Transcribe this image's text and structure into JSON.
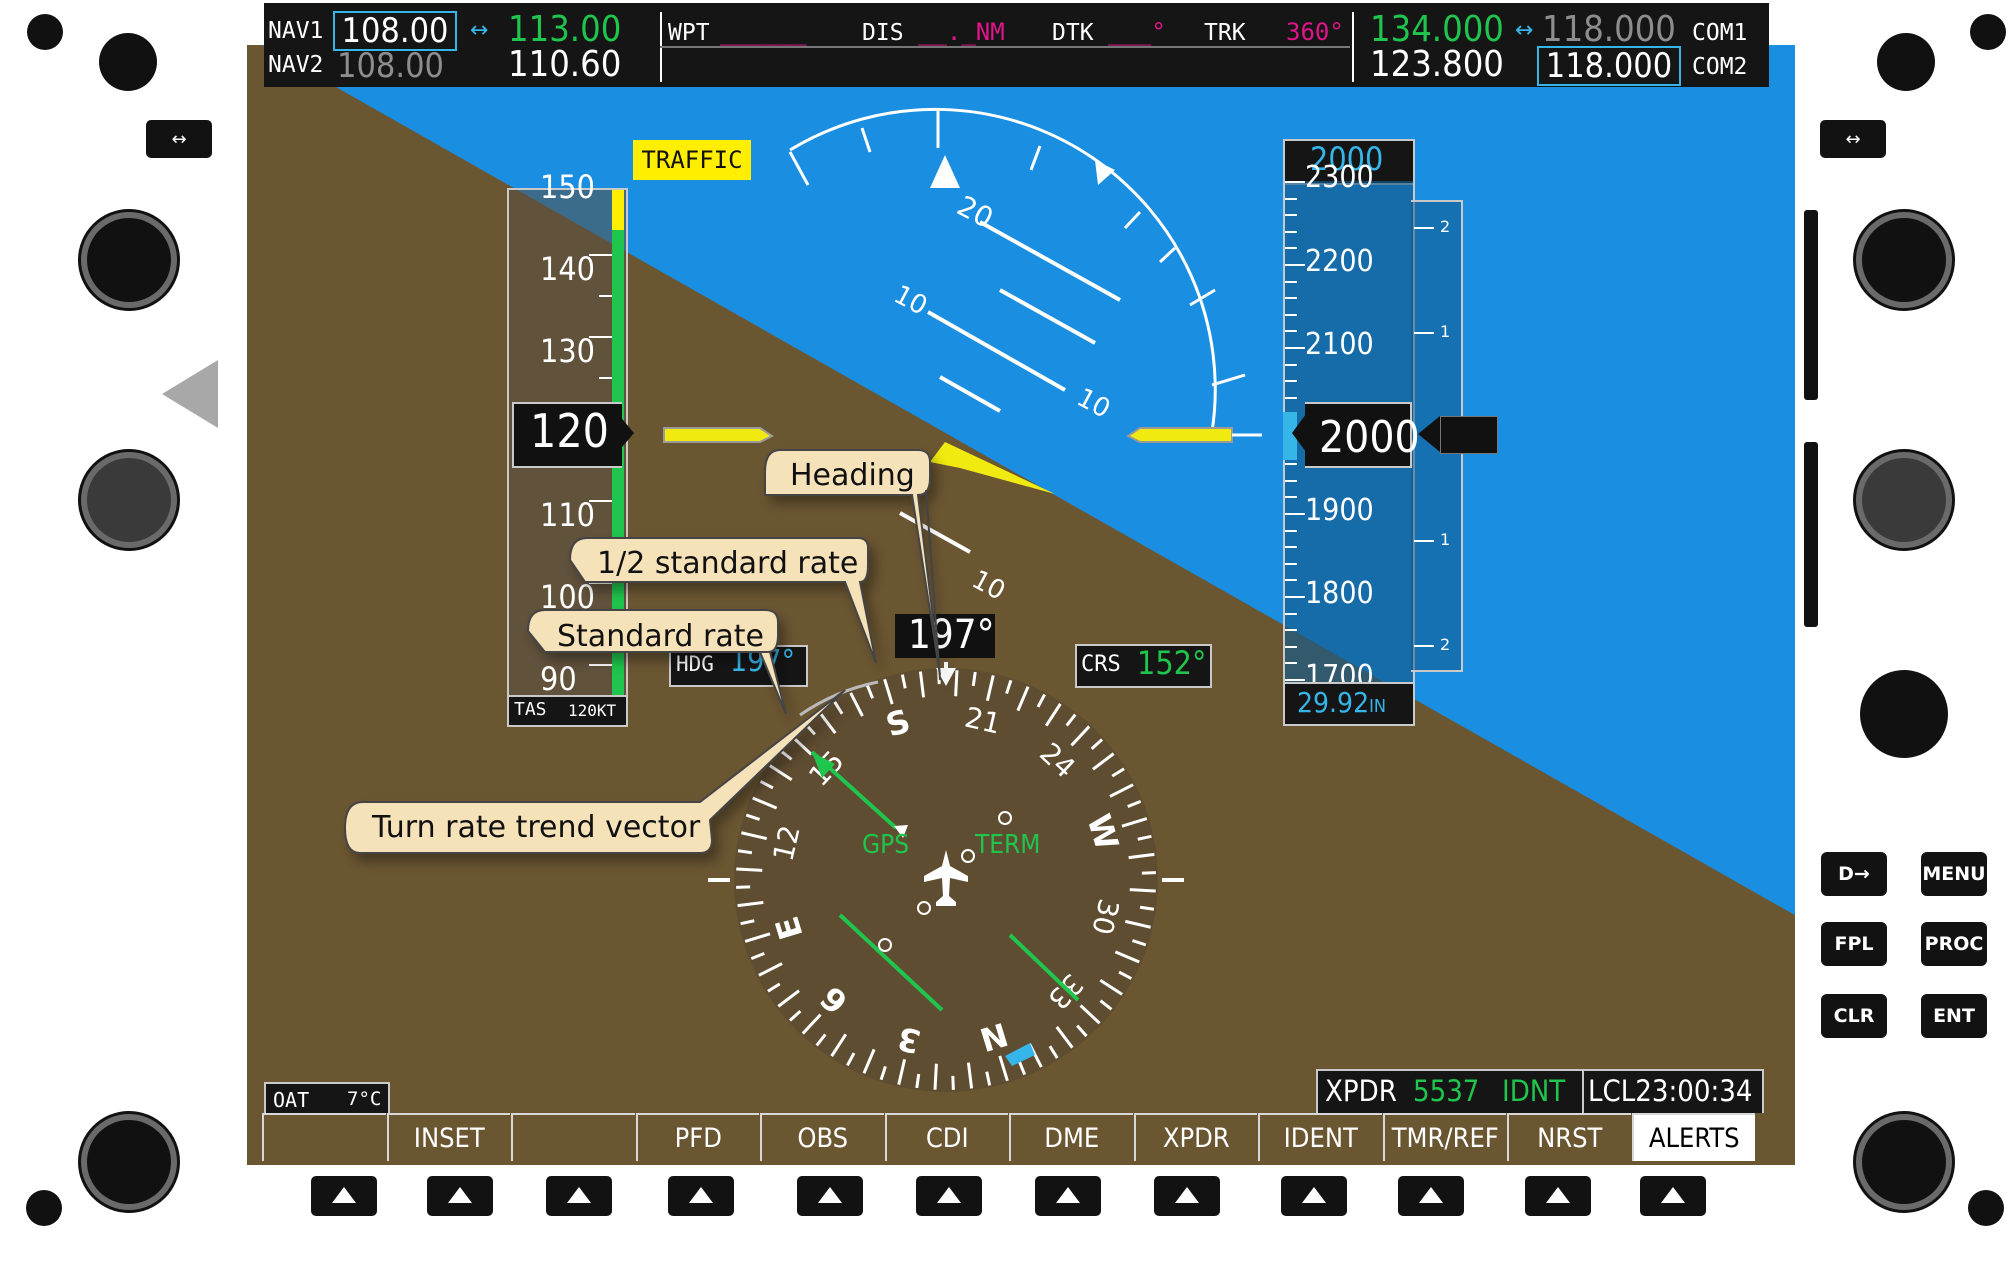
{
  "nav": {
    "nav1_label": "NAV1",
    "nav2_label": "NAV2",
    "nav1_active": "108.00",
    "nav1_standby": "113.00",
    "nav2_active": "108.00",
    "nav2_standby": "110.60",
    "swap": "↔"
  },
  "nav_status": {
    "wpt_label": "WPT",
    "wpt_value": "______",
    "dis_label": "DIS",
    "dis_value": "__._NM",
    "dtk_label": "DTK",
    "dtk_value": "___°",
    "trk_label": "TRK",
    "trk_value": "360°"
  },
  "com": {
    "com1_label": "COM1",
    "com2_label": "COM2",
    "com1_active": "134.000",
    "com1_standby": "118.000",
    "com2_active": "123.800",
    "com2_standby": "118.000",
    "swap": "↔"
  },
  "traffic": "TRAFFIC",
  "airspeed": {
    "ticks": [
      "150",
      "140",
      "130",
      "120",
      "110",
      "100",
      "90"
    ],
    "current": "120",
    "tas_label": "TAS",
    "tas_value": "120KT"
  },
  "altitude": {
    "selected": "2000",
    "ticks": [
      "2300",
      "2200",
      "2100",
      "2000",
      "1900",
      "1800",
      "1700"
    ],
    "current": "2000",
    "baro": "29.92",
    "baro_unit": "IN"
  },
  "vsi_ticks": [
    "2",
    "1",
    "1",
    "2"
  ],
  "attitude": {
    "pitch_labels": [
      "20",
      "10",
      "10",
      "10"
    ]
  },
  "hsi": {
    "heading": "197°",
    "crs_label": "CRS",
    "crs_value": "152°",
    "hdg_label": "HDG",
    "hdg_value": "197°",
    "gps": "GPS",
    "term": "TERM",
    "compass_labels": [
      "N",
      "3",
      "6",
      "E",
      "12",
      "15",
      "S",
      "21",
      "24",
      "W",
      "30",
      "33"
    ]
  },
  "callouts": {
    "heading": "Heading",
    "half_rate": "1/2 standard rate",
    "standard_rate": "Standard rate",
    "trend_vector": "Turn rate trend vector"
  },
  "oat": {
    "label": "OAT",
    "value": "7°C"
  },
  "xpdr": {
    "label": "XPDR",
    "code": "5537",
    "mode": "IDNT",
    "lcl": "LCL23:00:34"
  },
  "softkeys": [
    "",
    "INSET",
    "",
    "PFD",
    "OBS",
    "CDI",
    "DME",
    "XPDR",
    "IDENT",
    "TMR/REF",
    "NRST",
    "ALERTS"
  ],
  "right_keys": {
    "direct": "D→",
    "menu": "MENU",
    "fpl": "FPL",
    "proc": "PROC",
    "clr": "CLR",
    "ent": "ENT"
  },
  "colors": {
    "sky": "#1a8ee0",
    "ground": "#6b5632",
    "panel": "#151515",
    "green": "#1fc54c",
    "magenta": "#e0158a",
    "cyan": "#35b5e8",
    "yellow": "#ffee00",
    "callout": "#f6e2b8"
  }
}
